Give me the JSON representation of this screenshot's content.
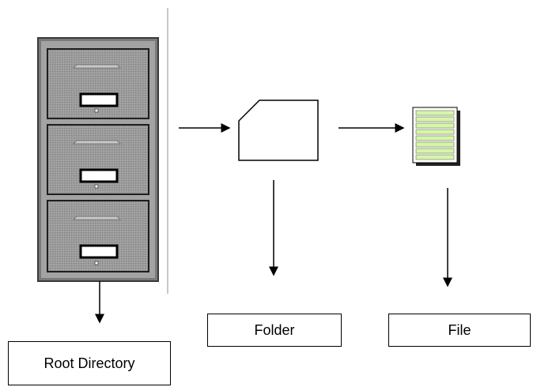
{
  "labels": {
    "root": "Root Directory",
    "folder": "Folder",
    "file": "File"
  },
  "icons": {
    "cabinet": "filing-cabinet-icon",
    "folder": "folder-icon",
    "file": "file-document-icon"
  },
  "colors": {
    "line": "#000000",
    "cabinet_body": "#8c8c8c",
    "drawer": "#9a9a9a",
    "file_stripe": "#d6f5a8",
    "divider": "#c8c8c8"
  }
}
